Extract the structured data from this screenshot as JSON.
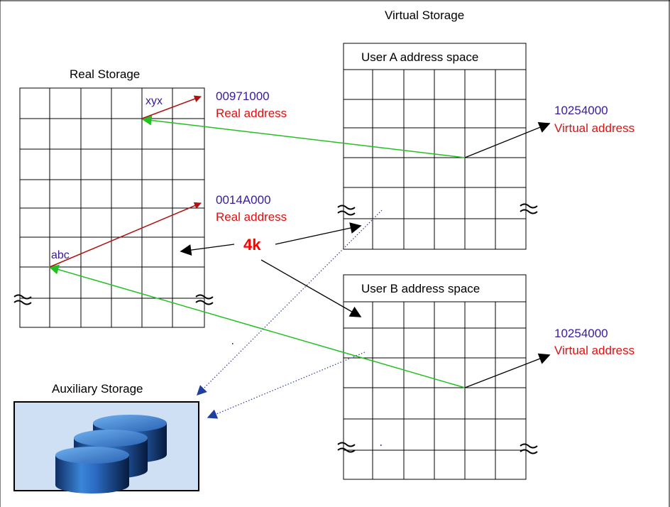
{
  "titles": {
    "virtual_storage": "Virtual Storage",
    "real_storage": "Real Storage",
    "auxiliary_storage": "Auxiliary Storage",
    "user_a": "User A address space",
    "user_b": "User B address space"
  },
  "real": {
    "addr1": "00971000",
    "addr1_label": "Real address",
    "addr2": "0014A000",
    "addr2_label": "Real address",
    "page1": "xyx",
    "page2": "abc"
  },
  "virtual": {
    "a_addr": "10254000",
    "a_label": "Virtual address",
    "b_addr": "10254000",
    "b_label": "Virtual address"
  },
  "page_size": "4k",
  "colors": {
    "grid": "#000000",
    "green_arrow": "#22c022",
    "red_arrow": "#b01010",
    "black_arrow": "#000000",
    "blue_dotted": "#2a3a9c",
    "aux_bg": "#cfe0f4",
    "disk": "#1c5aa6"
  }
}
